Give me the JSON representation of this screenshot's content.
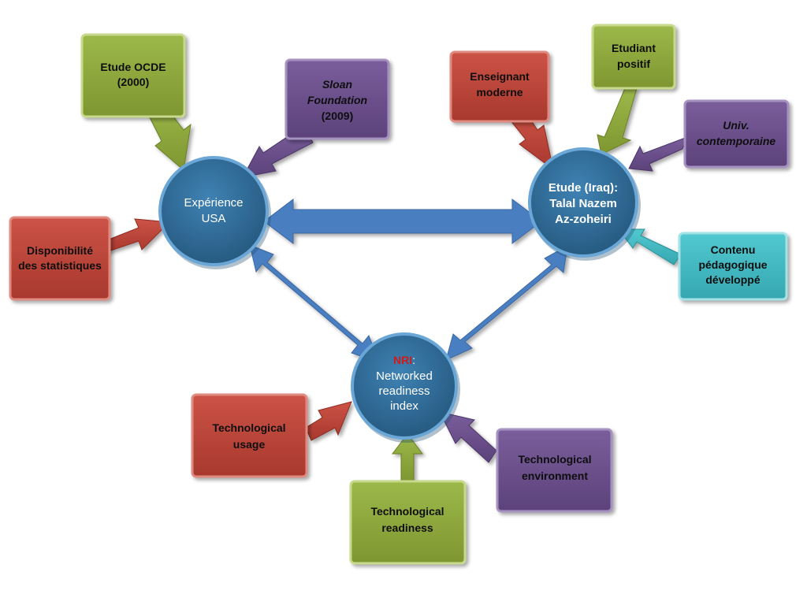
{
  "colors": {
    "green": "#8fa83c",
    "red": "#c0463b",
    "purple": "#6b4f8c",
    "teal": "#43b9c2",
    "blue_arrow": "#4a7ec0",
    "circle": "#2f6d9b",
    "nri_red": "#d11a1a"
  },
  "circles": {
    "usa": {
      "line1": "Expérience",
      "line2": "USA"
    },
    "iraq": {
      "line1": "Etude (Iraq):",
      "line2": "Talal Nazem",
      "line3": "Az-zoheiri"
    },
    "nri": {
      "acronym": "NRI",
      "colon": ":",
      "line2": "Networked",
      "line3": "readiness",
      "line4": "index"
    }
  },
  "boxes": {
    "ocde": {
      "line1": "Etude OCDE",
      "line2": "(2000)"
    },
    "sloan": {
      "line1": "Sloan",
      "line2": "Foundation",
      "line3": "(2009)"
    },
    "dispo": {
      "line1": "Disponibilité",
      "line2": "des statistiques"
    },
    "enseignant": {
      "line1": "Enseignant",
      "line2": "moderne"
    },
    "etudiant": {
      "line1": "Etudiant",
      "line2": "positif"
    },
    "univ": {
      "line1": "Univ.",
      "line2": "contemporaine"
    },
    "contenu": {
      "line1": "Contenu",
      "line2": "pédagogique",
      "line3": "développé"
    },
    "usage": {
      "line1": "Technological",
      "line2": "usage"
    },
    "readiness": {
      "line1": "Technological",
      "line2": "readiness"
    },
    "environment": {
      "line1": "Technological",
      "line2": "environment"
    }
  }
}
